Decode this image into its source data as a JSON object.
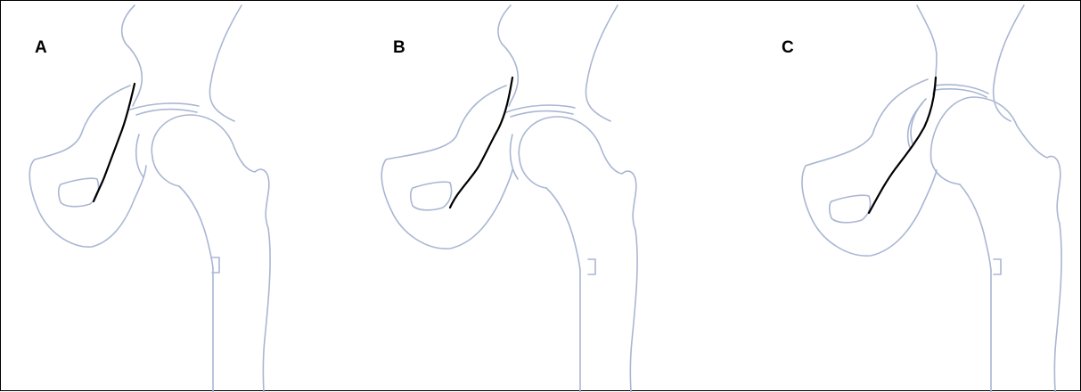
{
  "colors": {
    "outline": "#a9b6d3",
    "line": "#000000",
    "border": "#000000",
    "background": "#ffffff"
  },
  "panels": [
    {
      "label": "A"
    },
    {
      "label": "B"
    },
    {
      "label": "C"
    }
  ]
}
